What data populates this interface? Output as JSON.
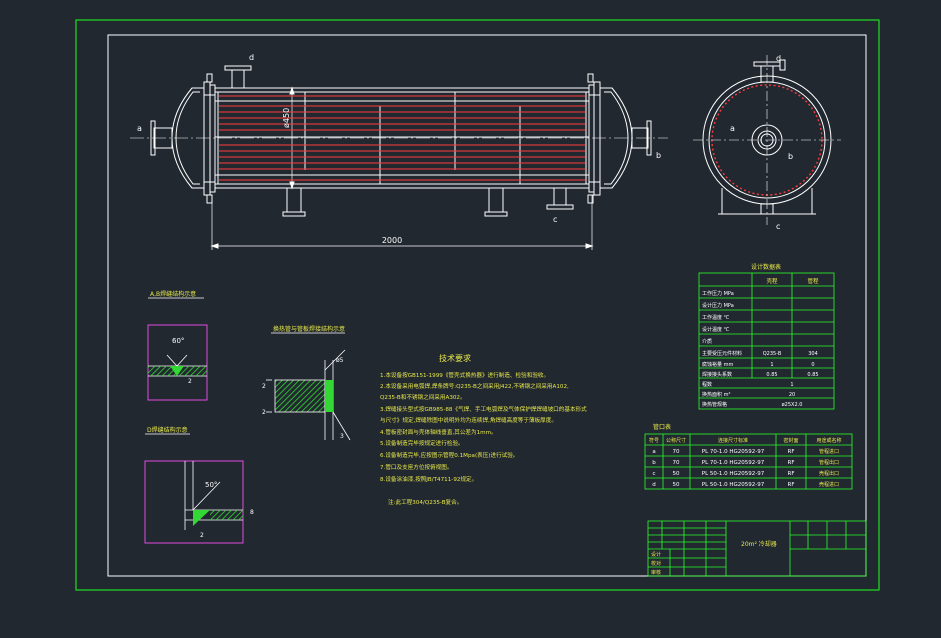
{
  "colors": {
    "background": "#212830",
    "frame": "#1ee01e",
    "drawing_lines": "#ffffff",
    "tube_lines": "#ff3b3b",
    "table_lines": "#2bff2b",
    "weld_box": "#e14be1",
    "hatch": "#34d834",
    "text": "#ffffff",
    "note_text": "#e8e84a"
  },
  "main_view": {
    "length_dim": "2000",
    "diameter_dim": "ø450",
    "nozzle_a": "a",
    "nozzle_b": "b",
    "nozzle_c": "c",
    "nozzle_d": "d"
  },
  "end_view": {
    "nozzle_a": "a",
    "nozzle_b": "b",
    "nozzle_c": "c",
    "nozzle_d": "d"
  },
  "details": {
    "ab_title": "A,B焊缝结构示意",
    "ab_angle": "60°",
    "ab_gap": "2",
    "d_title": "D焊缝结构示意",
    "d_angle": "50°",
    "d_gap": "2",
    "d_dim": "8",
    "tube_title": "换热管与管板焊接结构示意",
    "tube_dim1": "ø5",
    "tube_dim2": "2",
    "tube_dim3": "2",
    "tube_dim4": "3"
  },
  "notes": {
    "title": "技术要求",
    "lines": [
      "1.本设备按GB151-1999《管壳式换热器》进行制造、检验和验收。",
      "2.本设备采用电弧焊,焊条牌号:Q235-B之间采用J422,不锈钢之间采用A102,",
      "  Q235-B和不锈钢之间采用A302。",
      "3.焊缝接头型式按GB985-88《气焊、手工电弧焊及气体保护焊焊缝坡口的基本形式",
      "  与尺寸》规定,焊缝除图中说明外均为连续焊,角焊缝高度等于薄板厚度。",
      "4.管板密封面与壳体轴线垂直,其公差为1mm。",
      "5.设备制造完毕按规定进行检验。",
      "  6.设备制造完毕,应按图示管程0.1Mpa(表压)进行试验。",
      "7.管口及支座方位按俯视图。",
      "8.设备涂油漆,按照JB/T4711-92规定。"
    ],
    "footnote": "注:此工程304/Q235-B复合。"
  },
  "design_table": {
    "title": "设计数据表",
    "headers": [
      "",
      "壳程",
      "管程"
    ],
    "rows": [
      [
        "工作压力 MPa",
        "",
        ""
      ],
      [
        "设计压力 MPa",
        "",
        ""
      ],
      [
        "工作温度 ℃",
        "",
        ""
      ],
      [
        "设计温度 ℃",
        "",
        ""
      ],
      [
        "介质",
        "",
        ""
      ],
      [
        "主要受压元件材料",
        "Q235-B",
        "304"
      ],
      [
        "腐蚀裕量 mm",
        "1",
        "0"
      ],
      [
        "焊接接头系数",
        "0.85",
        "0.85"
      ],
      [
        "程数",
        "1",
        ""
      ],
      [
        "换热面积 m²",
        "20",
        ""
      ],
      [
        "换热管规格",
        "ø25X2.0",
        ""
      ]
    ]
  },
  "nozzle_table": {
    "title": "管口表",
    "headers": [
      "符号",
      "公称尺寸",
      "连接尺寸标准",
      "密封面",
      "用途或名称"
    ],
    "rows": [
      [
        "a",
        "70",
        "PL 70-1.0 HG20592-97",
        "RF",
        "管程进口"
      ],
      [
        "b",
        "70",
        "PL 70-1.0 HG20592-97",
        "RF",
        "管程出口"
      ],
      [
        "c",
        "50",
        "PL 50-1.0 HG20592-97",
        "RF",
        "壳程出口"
      ],
      [
        "d",
        "50",
        "PL 50-1.0 HG20592-97",
        "RF",
        "壳程进口"
      ]
    ]
  },
  "title_block": {
    "drawing_name": "20m² 冷却器",
    "sign_rows": [
      "设计",
      "校对",
      "审核"
    ]
  }
}
